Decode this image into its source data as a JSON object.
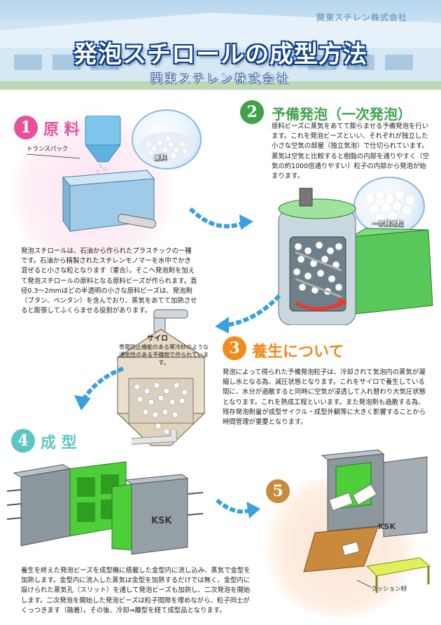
{
  "header": {
    "title": "発泡スチロールの成型方法",
    "company": "関東スチレン株式会社",
    "sign_text": "関東スチレン株式会社"
  },
  "step1": {
    "number": "1",
    "title": "原 料",
    "label_transpack": "トランスパック",
    "bubble_label": "原料",
    "text": "発泡スチロールは、石油から作られたプラスチックの一種です。石油から精製されたスチレンモノマーを水中でかき混ぜると小さな粒となります（重合）。そこへ発泡剤を加えて発泡スチロールの原料となる原料ビーズが作られます。直径0.3〜2mmほどの半透明の小さな原料ビーズは、発泡剤（ブタン、ペンタン）を含んでおり、蒸気をあてて加熱させると膨張してふくらませる役割があります。"
  },
  "step2": {
    "number": "2",
    "title": "予備発泡（一次発泡）",
    "text": "原料ビーズに蒸気をあてて膨らませる予備発泡を行います。これを発泡ビーズといい、それぞれが独立した小さな空気の部屋（独立気泡）で仕切られています。蒸気は空気と比較すると樹脂の内部を通りやすく（空気の約1000倍通りやすい）粒子の内部から発泡が始まります。",
    "bubble_label": "一次発泡粒"
  },
  "step3": {
    "number": "3",
    "title": "養生について",
    "silo_label": "サイロ",
    "silo_note": "帯電防止機能のある寒冷紗のような通気性のある平織物で作られています。",
    "text": "発泡によって得られた予備発泡粒子は、冷却されて気泡内の蒸気が凝縮し水となる為、減圧状態となります。これをサイロで養生している間に、水分が過散すると同時に空気が浸透して入れ替わり大気圧状態となります。これを熟成工程といいます。また発泡剤も過散する為、残存発泡剤量が成型サイクル・成型外観等に大きく影響することから時間管理が重要となります。"
  },
  "step4": {
    "number": "4",
    "title": "成 型",
    "text": "養生を終えた発泡ビーズを成型機に搭載した金型内に流し込み、蒸気で金型を加熱します。金型内に流入した蒸気は金型を加熱するだけでは無く、金型内に設けられた蒸気孔（スリット）を通して発泡ビーズも加熱し、二次発泡を開始します。二次発泡を開始した発泡ビーズは粒子間隙を埋めながら、粒子同士がくっつきます（融着）。その後、冷却⇒離型を経て成型品となります。",
    "machine_logo": "KSK"
  },
  "step5": {
    "number": "5",
    "machine_logo": "KSK",
    "cushion_label": "クッション材"
  },
  "colors": {
    "step1": "#e8509b",
    "step2": "#3fa34d",
    "step3": "#f08a1c",
    "step4": "#5cc7c2",
    "step5": "#c98a3c",
    "arrow": "#3aa0e0",
    "title_outline": "#0a3d8f"
  }
}
